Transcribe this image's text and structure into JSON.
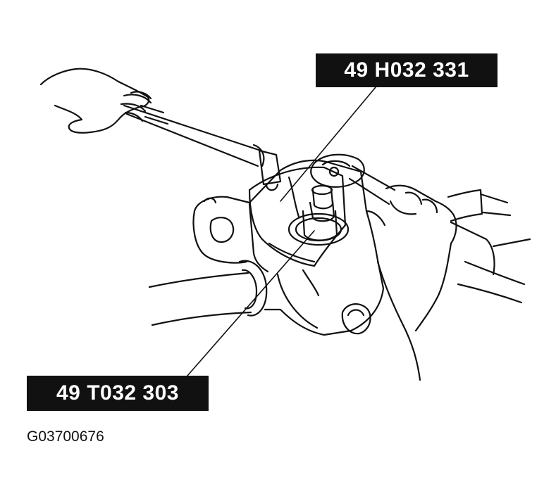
{
  "callouts": {
    "top_part_number": "49 H032 331",
    "bottom_part_number": "49 T032 303"
  },
  "figure_code": "G03700676",
  "colors": {
    "ink": "#111111",
    "background": "#ffffff",
    "label_text": "#ffffff"
  }
}
